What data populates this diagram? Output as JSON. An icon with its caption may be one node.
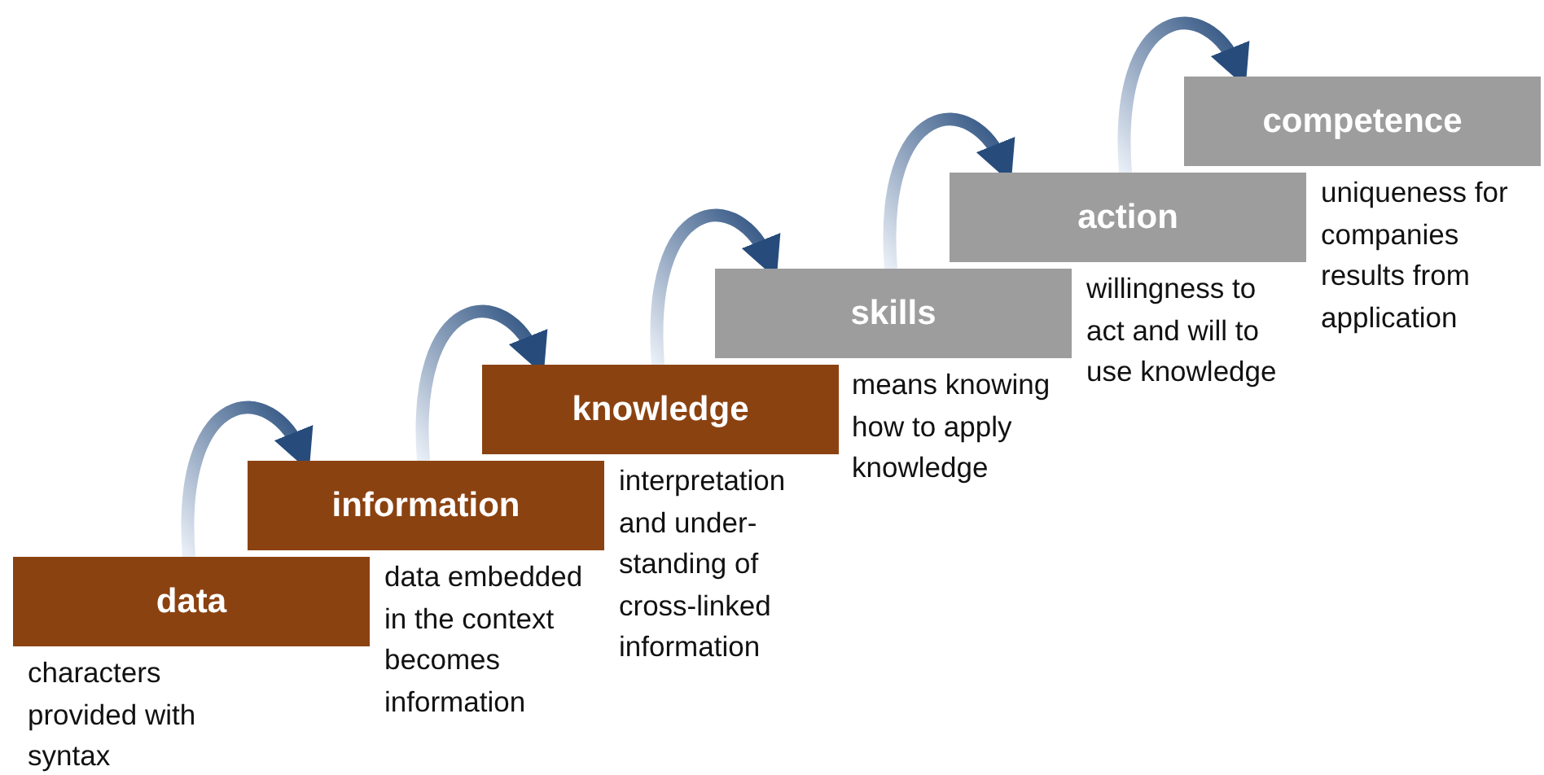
{
  "diagram": {
    "nodes": [
      {
        "text": [
          "data"
        ],
        "beside": [
          "characters provided with syntax"
        ]
      },
      {
        "text": [
          "information"
        ],
        "beside": [
          "data embedded in the context becomes information"
        ]
      },
      {
        "text": [
          "knowledge"
        ],
        "beside": [
          "interpretation and under- standing of cross-linked information"
        ]
      },
      {
        "text": [
          "skills"
        ],
        "beside": [
          "means knowing how to apply knowledge"
        ]
      },
      {
        "text": [
          "action"
        ],
        "beside": [
          "willingness to act and will to use knowledge"
        ]
      },
      {
        "text": [
          "competence"
        ],
        "beside": [
          "uniqueness for companies results from application"
        ]
      }
    ],
    "edges": [
      {
        "from": 0,
        "to": 1,
        "arrow": "to"
      },
      {
        "from": 1,
        "to": 2,
        "arrow": "to"
      },
      {
        "from": 2,
        "to": 3,
        "arrow": "to"
      },
      {
        "from": 3,
        "to": 4,
        "arrow": "to"
      },
      {
        "from": 4,
        "to": 5,
        "arrow": "to"
      }
    ]
  }
}
